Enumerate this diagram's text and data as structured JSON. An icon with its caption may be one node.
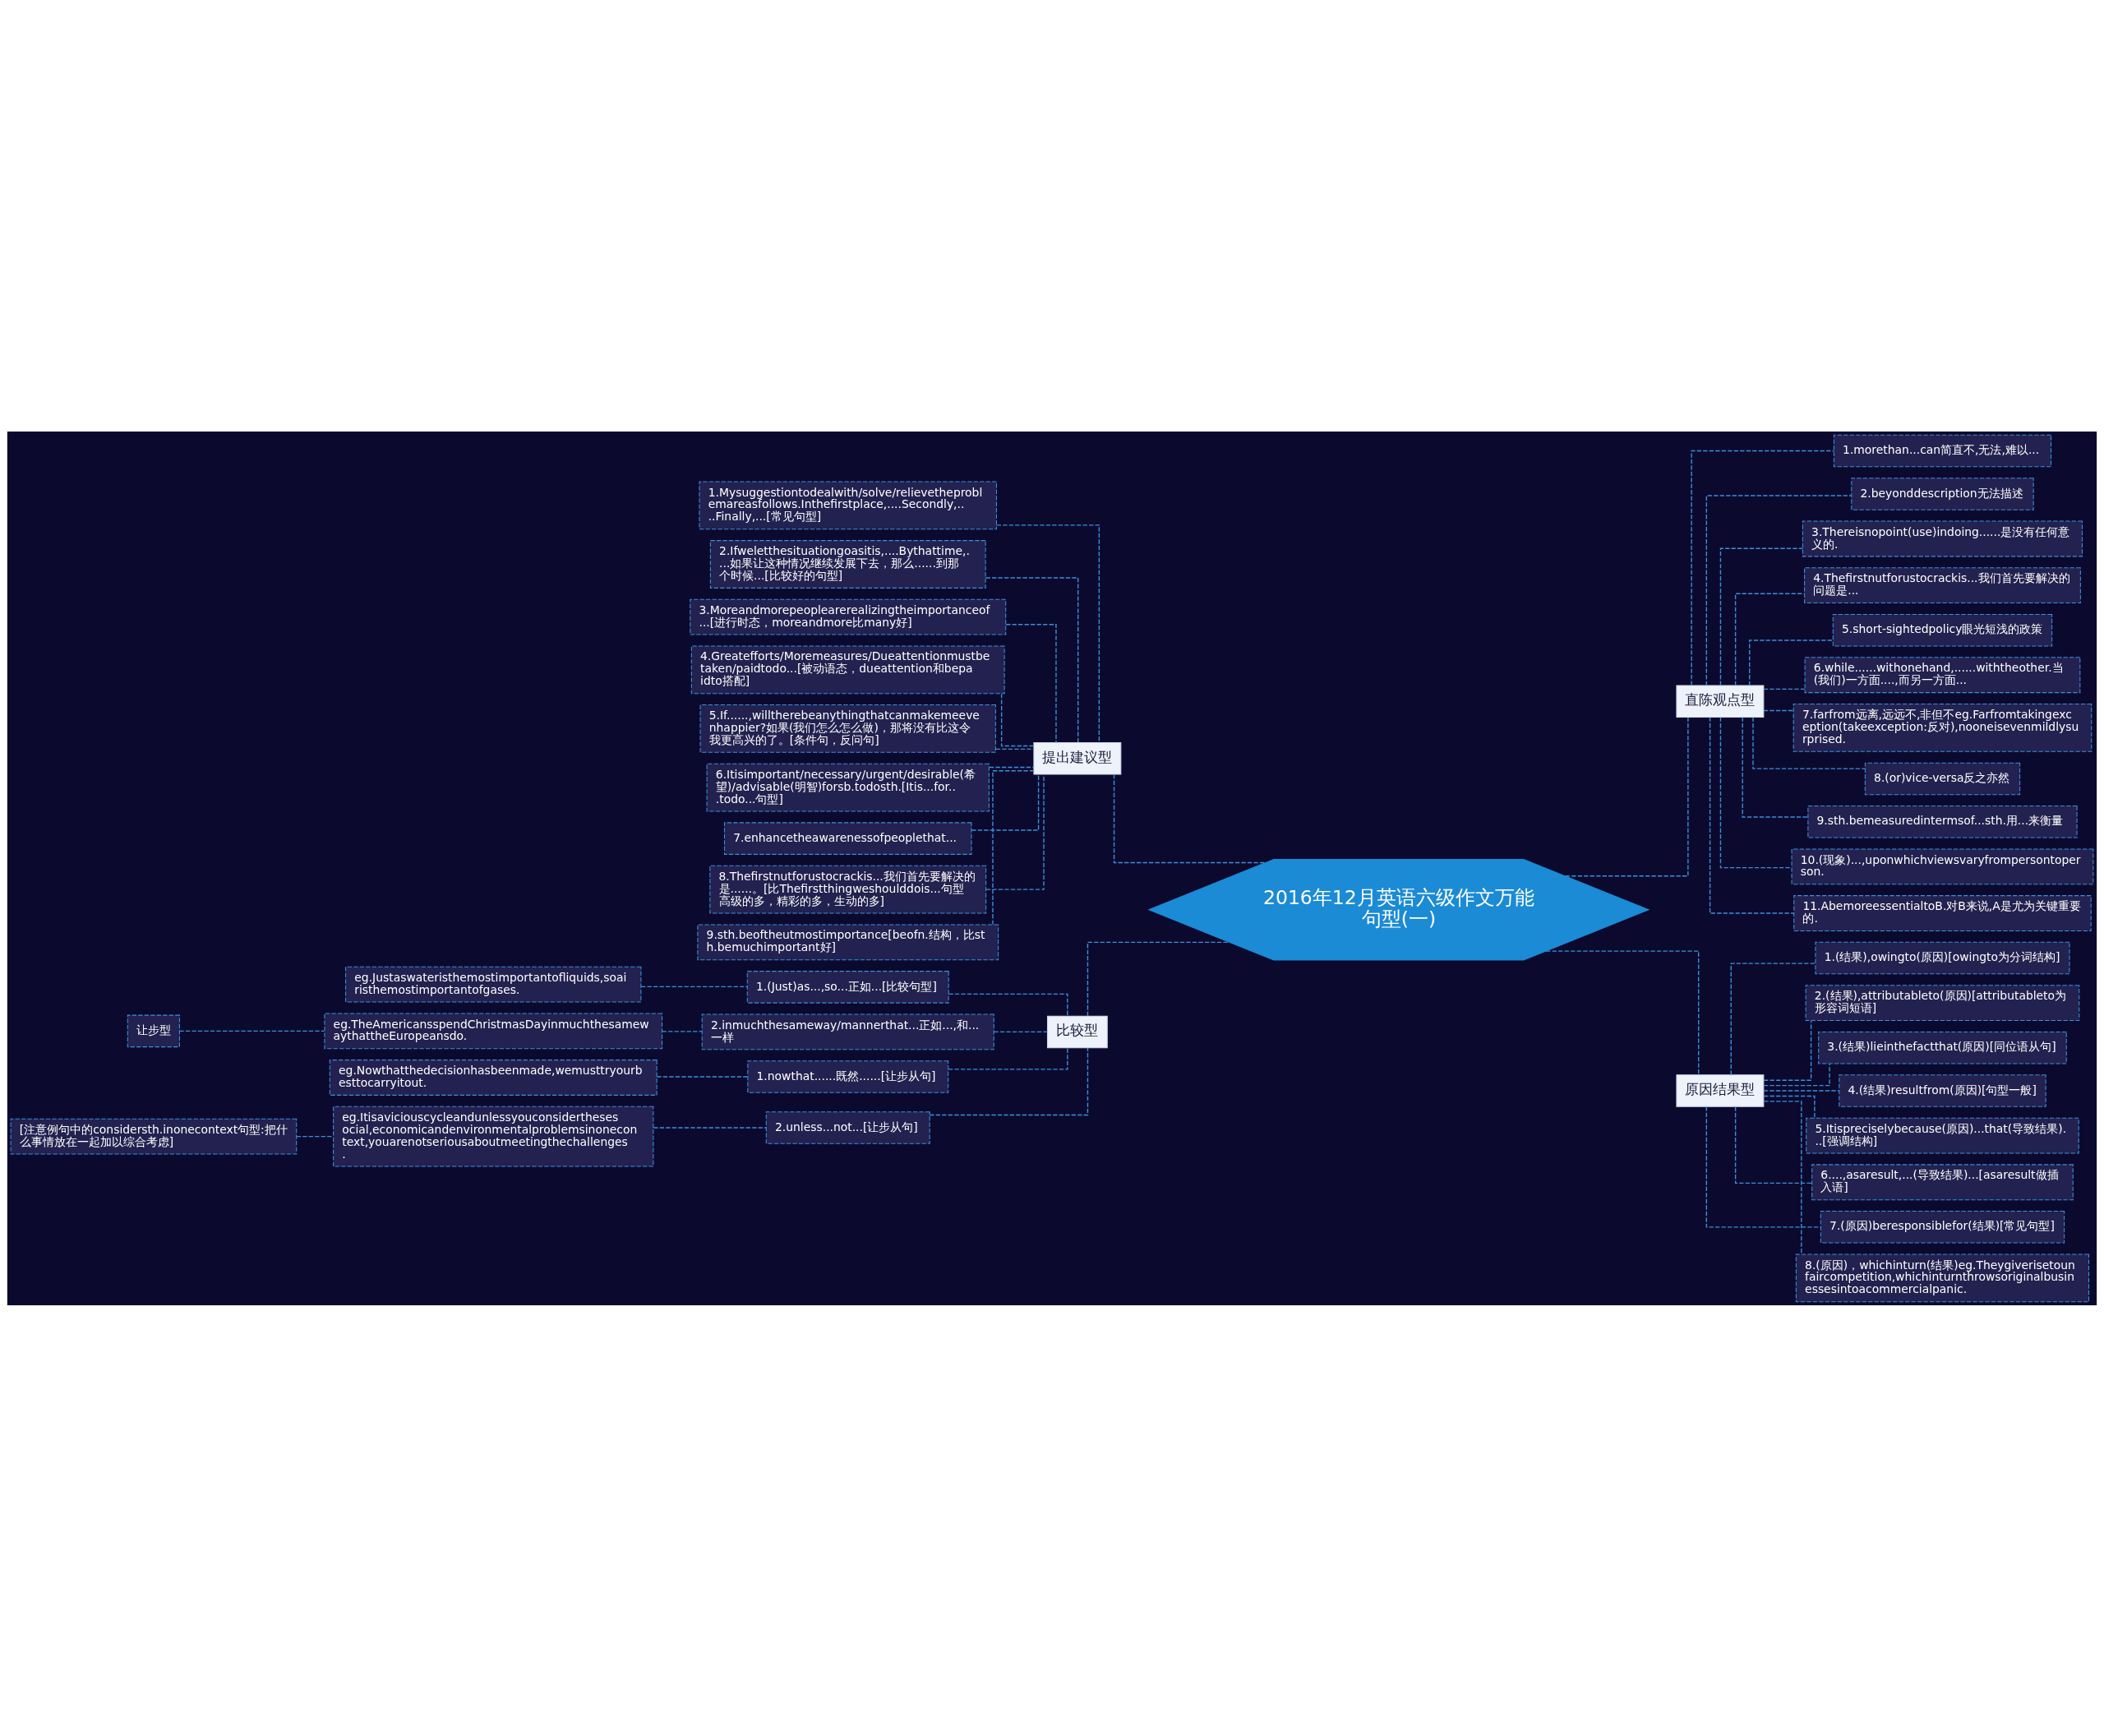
{
  "diagram": {
    "nodes": [
      {
        "text": [
          "2016年12月英语六级作文万能句型(一)"
        ]
      },
      {
        "text": [
          "提出建议型"
        ]
      },
      {
        "text": [
          "1.Mysuggestiontodealwith/solve/relievetheproblemareasfollows.Inthefirstplace,....Secondly,....Finally,...[常见句型]"
        ]
      },
      {
        "text": [
          "2.Ifweletthesituationgoasitis,....Bythattime,....如果让这种情况继续发展下去，那么......到那个时候...[比较好的句型]"
        ]
      },
      {
        "text": [
          "3.Moreandmorepeoplearerealizingtheimportanceof...[进行时态，moreandmore比many好]"
        ]
      },
      {
        "text": [
          "4.Greatefforts/Moremeasures/Dueattentionmustbetaken/paidtodo...[被动语态，dueattention和bepaidto搭配]"
        ]
      },
      {
        "text": [
          "5.If......,willtherebeanythingthatcanmakemeevenhappier?如果(我们怎么怎么做)，那将没有比这令我更高兴的了。[条件句，反问句]"
        ]
      },
      {
        "text": [
          "6.Itisimportant/necessary/urgent/desirable(希望)/advisable(明智)forsb.todosth.[Itis...for...todo...句型]"
        ]
      },
      {
        "text": [
          "7.enhancetheawarenessofpeoplethat..."
        ]
      },
      {
        "text": [
          "8.Thefirstnutforustocrackis...我们首先要解决的是......。[比Thefirstthingweshoulddois...句型高级的多，精彩的多，生动的多]"
        ]
      },
      {
        "text": [
          "9.sth.beoftheutmostimportance[beofn.结构，比sth.bemuchimportant好]"
        ]
      },
      {
        "text": [
          "比较型"
        ]
      },
      {
        "text": [
          "1.(Just)as...,so...正如...[比较句型]"
        ]
      },
      {
        "text": [
          "eg.Justaswateristhemostimportantofliquids,soairisthemostimportantofgases."
        ]
      },
      {
        "text": [
          "2.inmuchthesameway/mannerthat...正如...,和...一样"
        ]
      },
      {
        "text": [
          "eg.TheAmericansspendChristmasDayinmuchthesamewaythattheEuropeansdo."
        ]
      },
      {
        "text": [
          "让步型"
        ]
      },
      {
        "text": [
          "1.nowthat......既然......[让步从句]"
        ]
      },
      {
        "text": [
          "eg.Nowthatthedecisionhasbeenmade,wemusttryourbesttocarryitout."
        ]
      },
      {
        "text": [
          "2.unless...not...[让步从句]"
        ]
      },
      {
        "text": [
          "eg.Itisaviciouscycleandunlessyouconsiderthesesocial,economicandenvironmentalproblemsinonecontext,youarenotseriousaboutmeetingthechallenges."
        ]
      },
      {
        "text": [
          "[注意例句中的considersth.inonecontext句型:把什么事情放在一起加以综合考虑]"
        ]
      },
      {
        "text": [
          "直陈观点型"
        ]
      },
      {
        "text": [
          "1.morethan...can简直不,无法,难以..."
        ]
      },
      {
        "text": [
          "2.beyonddescription无法描述"
        ]
      },
      {
        "text": [
          "3.Thereisnopoint(use)indoing......是没有任何意义的."
        ]
      },
      {
        "text": [
          "4.Thefirstnutforustocrackis...我们首先要解决的问题是..."
        ]
      },
      {
        "text": [
          "5.short-sightedpolicy眼光短浅的政策"
        ]
      },
      {
        "text": [
          "6.while......withonehand,......withtheother.当(我们)一方面....,而另一方面..."
        ]
      },
      {
        "text": [
          "7.farfrom远离,远远不,非但不eg.Farfromtakingexception(takeexception:反对),nooneisevenmildlysurprised."
        ]
      },
      {
        "text": [
          "8.(or)vice-versa反之亦然"
        ]
      },
      {
        "text": [
          "9.sth.bemeasuredintermsof...sth.用...来衡量"
        ]
      },
      {
        "text": [
          "10.(现象)...,uponwhichviewsvaryfrompersontoperson."
        ]
      },
      {
        "text": [
          "11.AbemoreessentialtoB.对B来说,A是尤为关键重要的."
        ]
      },
      {
        "text": [
          "原因结果型"
        ]
      },
      {
        "text": [
          "1.(结果),owingto(原因)[owingto为分词结构]"
        ]
      },
      {
        "text": [
          "2.(结果),attributableto(原因)[attributableto为形容词短语]"
        ]
      },
      {
        "text": [
          "3.(结果)lieinthefactthat(原因)[同位语从句]"
        ]
      },
      {
        "text": [
          "4.(结果)resultfrom(原因)[句型一般]"
        ]
      },
      {
        "text": [
          "5.Itispreciselybecause(原因)...that(导致结果)...[强调结构]"
        ]
      },
      {
        "text": [
          "6....,asaresult,...(导致结果)...[asaresult做插入语]"
        ]
      },
      {
        "text": [
          "7.(原因)beresponsiblefor(结果)[常见句型]"
        ]
      },
      {
        "text": [
          "8.(原因)，whichinturn(结果)eg.Theygiverisetounfaircompetition,whichinturnthrowsoriginalbusinessesintoacommercialpanic."
        ]
      }
    ],
    "edges": [
      {
        "from": 0,
        "to": 1,
        "arrow": "none"
      },
      {
        "from": 1,
        "to": 2,
        "arrow": "none"
      },
      {
        "from": 1,
        "to": 3,
        "arrow": "none"
      },
      {
        "from": 1,
        "to": 4,
        "arrow": "none"
      },
      {
        "from": 1,
        "to": 5,
        "arrow": "none"
      },
      {
        "from": 1,
        "to": 6,
        "arrow": "none"
      },
      {
        "from": 1,
        "to": 7,
        "arrow": "none"
      },
      {
        "from": 1,
        "to": 8,
        "arrow": "none"
      },
      {
        "from": 1,
        "to": 9,
        "arrow": "none"
      },
      {
        "from": 1,
        "to": 10,
        "arrow": "none"
      },
      {
        "from": 0,
        "to": 11,
        "arrow": "none"
      },
      {
        "from": 11,
        "to": 12,
        "arrow": "none"
      },
      {
        "from": 12,
        "to": 13,
        "arrow": "none"
      },
      {
        "from": 11,
        "to": 14,
        "arrow": "none"
      },
      {
        "from": 14,
        "to": 15,
        "arrow": "none"
      },
      {
        "from": 15,
        "to": 16,
        "arrow": "none"
      },
      {
        "from": 11,
        "to": 17,
        "arrow": "none"
      },
      {
        "from": 17,
        "to": 18,
        "arrow": "none"
      },
      {
        "from": 11,
        "to": 19,
        "arrow": "none"
      },
      {
        "from": 19,
        "to": 20,
        "arrow": "none"
      },
      {
        "from": 20,
        "to": 21,
        "arrow": "none"
      },
      {
        "from": 0,
        "to": 22,
        "arrow": "none"
      },
      {
        "from": 22,
        "to": 23,
        "arrow": "none"
      },
      {
        "from": 22,
        "to": 24,
        "arrow": "none"
      },
      {
        "from": 22,
        "to": 25,
        "arrow": "none"
      },
      {
        "from": 22,
        "to": 26,
        "arrow": "none"
      },
      {
        "from": 22,
        "to": 27,
        "arrow": "none"
      },
      {
        "from": 22,
        "to": 28,
        "arrow": "none"
      },
      {
        "from": 22,
        "to": 29,
        "arrow": "none"
      },
      {
        "from": 22,
        "to": 30,
        "arrow": "none"
      },
      {
        "from": 22,
        "to": 31,
        "arrow": "none"
      },
      {
        "from": 22,
        "to": 32,
        "arrow": "none"
      },
      {
        "from": 22,
        "to": 33,
        "arrow": "none"
      },
      {
        "from": 0,
        "to": 34,
        "arrow": "none"
      },
      {
        "from": 34,
        "to": 35,
        "arrow": "none"
      },
      {
        "from": 34,
        "to": 36,
        "arrow": "none"
      },
      {
        "from": 34,
        "to": 37,
        "arrow": "none"
      },
      {
        "from": 34,
        "to": 38,
        "arrow": "none"
      },
      {
        "from": 34,
        "to": 39,
        "arrow": "none"
      },
      {
        "from": 34,
        "to": 40,
        "arrow": "none"
      },
      {
        "from": 34,
        "to": 41,
        "arrow": "none"
      },
      {
        "from": 34,
        "to": 42,
        "arrow": "none"
      }
    ]
  }
}
